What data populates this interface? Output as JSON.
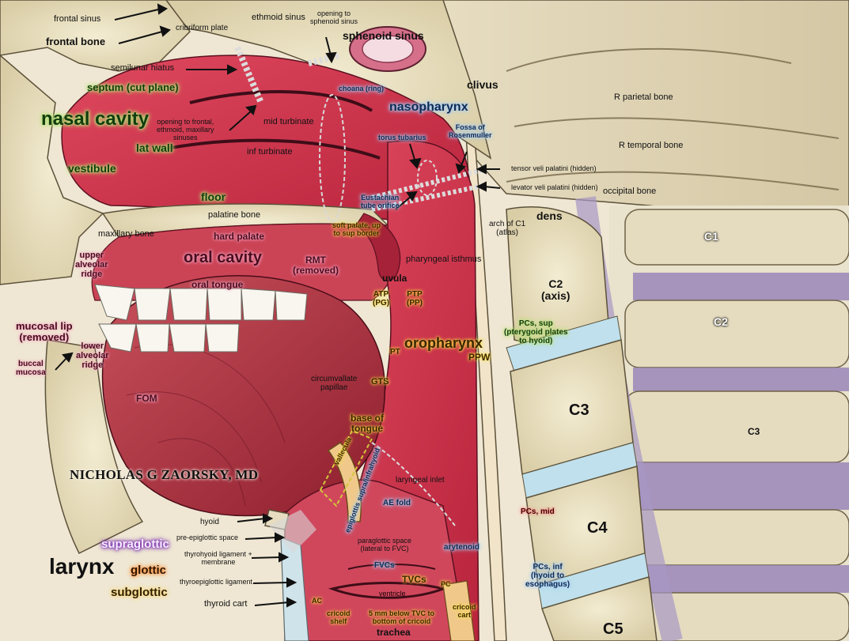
{
  "labels": {
    "frontal_sinus": "frontal sinus",
    "frontal_bone": "frontal bone",
    "cribriform_plate": "cribriform plate",
    "ethmoid_sinus": "ethmoid sinus",
    "opening_sphenoid": [
      "opening to",
      "sphenoid sinus"
    ],
    "sphenoid_sinus": "sphenoid sinus",
    "semilunar_hiatus": "semilunar hiatus",
    "septum": "septum (cut plane)",
    "choana": "choana (ring)",
    "clivus": "clivus",
    "nasopharynx": "nasopharynx",
    "r_parietal_bone": "R parietal bone",
    "nasal_cavity": "nasal cavity",
    "opening_frontal": [
      "opening to frontal,",
      "ethmoid, maxillary",
      "sinuses"
    ],
    "mid_turbinate": "mid turbinate",
    "torus_tubarius": "torus tubarius",
    "fossa_rosenmuller": [
      "Fossa of",
      "Rosenmuller"
    ],
    "r_temporal_bone": "R temporal  bone",
    "lat_wall": "lat wall",
    "inf_turbinate": "inf turbinate",
    "vestibule": "vestibule",
    "tensor_veli": "tensor veli palatini (hidden)",
    "levator_veli": "levator veli palatini (hidden)",
    "occipital_bone": "occipital bone",
    "eustachian": [
      "Eustachian",
      "tube orifice"
    ],
    "floor": "floor",
    "palatine_bone": "palatine bone",
    "dens": "dens",
    "maxillary_bone": "maxillary bone",
    "soft_palate": [
      "soft palate, up",
      "to sup border"
    ],
    "arch_c1": [
      "arch of C1",
      "(atlas)"
    ],
    "c1_right": "C1",
    "hard_palate": "hard palate",
    "upper_alveolar": [
      "upper",
      "alveolar",
      "ridge"
    ],
    "oral_cavity": "oral cavity",
    "pharyngeal_isthmus": "pharyngeal isthmus",
    "rmt": [
      "RMT",
      "(removed)"
    ],
    "uvula": "uvula",
    "oral_tongue": "oral tongue",
    "c2_axis": [
      "C2",
      "(axis)"
    ],
    "atp": [
      "ATP",
      "(PG)"
    ],
    "ptp": [
      "PTP",
      "(PP)"
    ],
    "c2_right": "C2",
    "mucosal_lip": [
      "mucosal lip",
      "(removed)"
    ],
    "pcs_sup": [
      "PCs, sup",
      "(pterygoid plates",
      "to hyoid)"
    ],
    "lower_alveolar": [
      "lower",
      "alveolar",
      "ridge"
    ],
    "buccal_mucosa": [
      "buccal",
      "mucosa"
    ],
    "pt": "PT",
    "oropharynx": "oropharynx",
    "ppw": "PPW",
    "circumvallate": [
      "circumvallate",
      "papillae"
    ],
    "fom": "FOM",
    "gts": "GTS",
    "c3_mid": "C3",
    "c3_right": "C3",
    "base_of_tongue": [
      "base of",
      "tongue"
    ],
    "vallecula": "vallecula",
    "signature": "NICHOLAS G ZAORSKY, MD",
    "laryngeal_inlet": "laryngeal inlet",
    "epiglottis": "epiglottis supra/infrahyoid",
    "ae_fold": "AE fold",
    "hyoid": "hyoid",
    "pcs_mid": "PCs, mid",
    "c4": "C4",
    "supraglottic": "supraglottic",
    "pre_epiglottic": "pre-epiglottic space",
    "paraglottic": [
      "paraglottic space",
      "(lateral to FVC)"
    ],
    "arytenoid": "arytenoid",
    "thyrohyoid": [
      "thyrohyoid ligament +",
      "membrane"
    ],
    "larynx": "larynx",
    "glottic": "glottic",
    "fvcs": "FVCs",
    "pcs_inf": [
      "PCs, inf",
      "(hyoid to",
      "esophagus)"
    ],
    "thyroepiglottic": "thyroepiglottic ligament",
    "tvcs": "TVCs",
    "subglottic": "subglottic",
    "ventricle": "ventricle",
    "pc": "PC",
    "thyroid_cart": "thyroid cart",
    "ac": "AC",
    "cricoid_shelf": [
      "cricoid",
      "shelf"
    ],
    "below_tvc": [
      "5 mm below TVC to",
      "bottom of cricoid"
    ],
    "cricoid_cart": [
      "cricoid",
      "cart"
    ],
    "trachea": "trachea",
    "c5": "C5"
  }
}
